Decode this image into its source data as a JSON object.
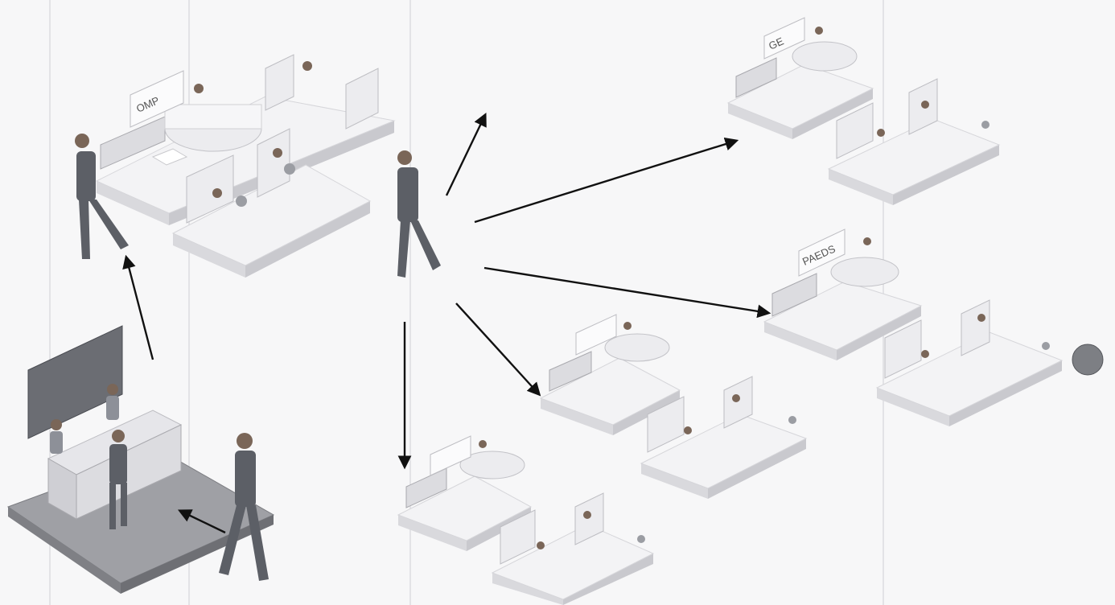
{
  "reception": {
    "board_text_line1": "",
    "board_text_line2": "",
    "board_text_line3": ""
  },
  "clinics": [
    {
      "sign": "OMP"
    },
    {
      "sign": "GE"
    },
    {
      "sign": "PAEDS"
    },
    {
      "sign": ""
    },
    {
      "sign": ""
    }
  ],
  "colors": {
    "arrow": "#111111",
    "floor": "#f3f3f5",
    "person": "#5c5f66"
  }
}
